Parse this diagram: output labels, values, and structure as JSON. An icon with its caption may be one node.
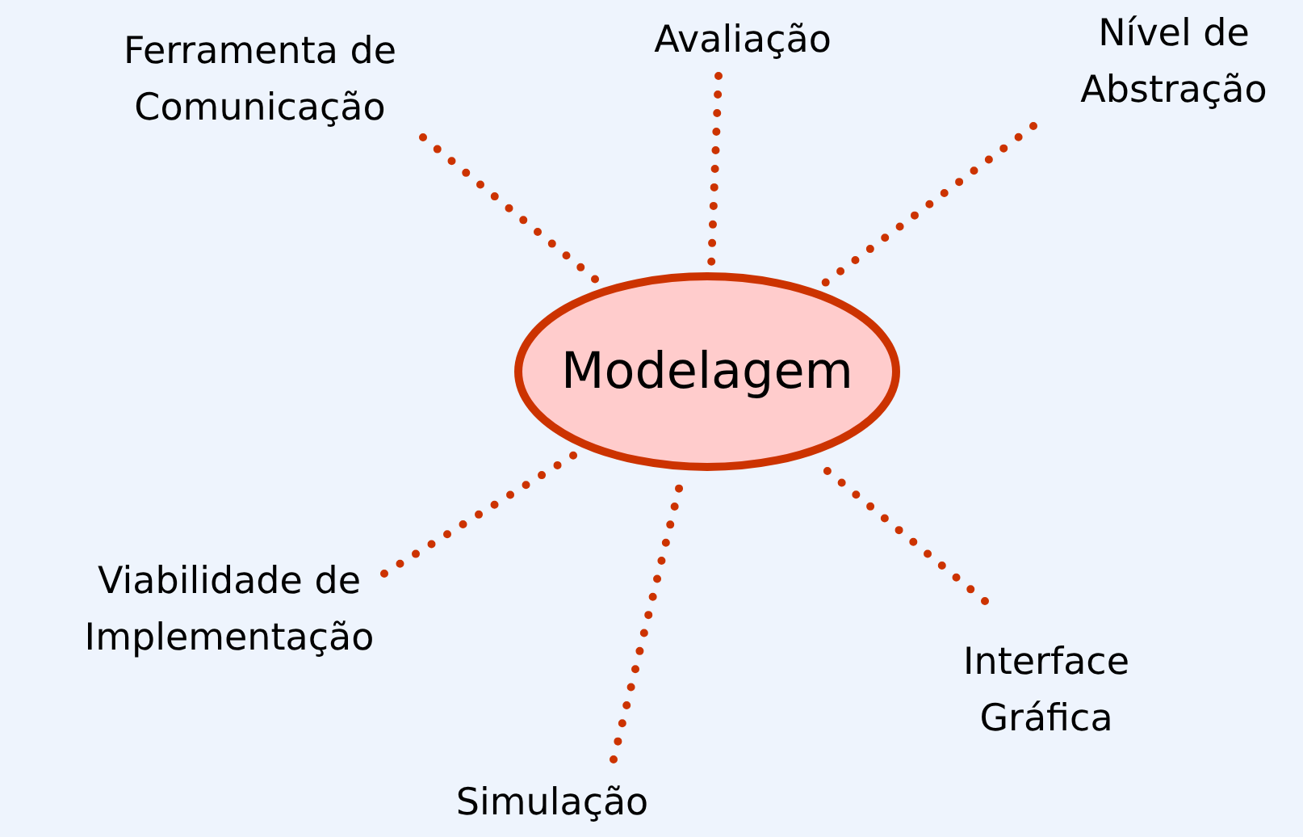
{
  "diagram": {
    "nodes": [
      {
        "text": [
          "Modelagem"
        ]
      },
      {
        "text": [
          "Ferramenta de Comunicação"
        ]
      },
      {
        "text": [
          "Avaliação"
        ]
      },
      {
        "text": [
          "Nível de Abstração"
        ]
      },
      {
        "text": [
          "Viabilidade de Implementação"
        ]
      },
      {
        "text": [
          "Simulação"
        ]
      },
      {
        "text": [
          "Interface Gráfica"
        ]
      }
    ],
    "edges": [
      {
        "from": 1,
        "to": 0,
        "arrow": "none"
      },
      {
        "from": 2,
        "to": 0,
        "arrow": "none"
      },
      {
        "from": 3,
        "to": 0,
        "arrow": "none"
      },
      {
        "from": 4,
        "to": 0,
        "arrow": "none"
      },
      {
        "from": 5,
        "to": 0,
        "arrow": "none"
      },
      {
        "from": 6,
        "to": 0,
        "arrow": "none"
      }
    ]
  }
}
